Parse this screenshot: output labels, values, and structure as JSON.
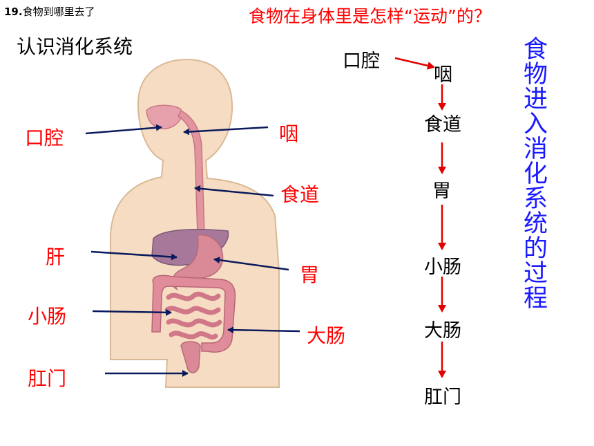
{
  "header": {
    "lesson_number": "19.",
    "lesson_title": "食物到哪里去了",
    "question": "食物在身体里是怎样“运动”的？",
    "subtitle": "认识消化系统"
  },
  "diagram_labels": {
    "mouth": "口腔",
    "pharynx": "咽",
    "esophagus": "食道",
    "liver": "肝",
    "stomach": "胃",
    "small_intestine": "小肠",
    "large_intestine": "大肠",
    "anus": "肛门"
  },
  "flow": {
    "steps": [
      "口腔",
      "咽",
      "食道",
      "胃",
      "小肠",
      "大肠",
      "肛门"
    ]
  },
  "vertical_title": "食物进入消化系统的过程",
  "colors": {
    "label_red": "#ff0000",
    "arrow_navy": "#0a1a5c",
    "title_blue": "#1a1aff",
    "skin": "#f6dcc2",
    "organ_pink": "#d98a96",
    "liver_purple": "#a8789a"
  }
}
